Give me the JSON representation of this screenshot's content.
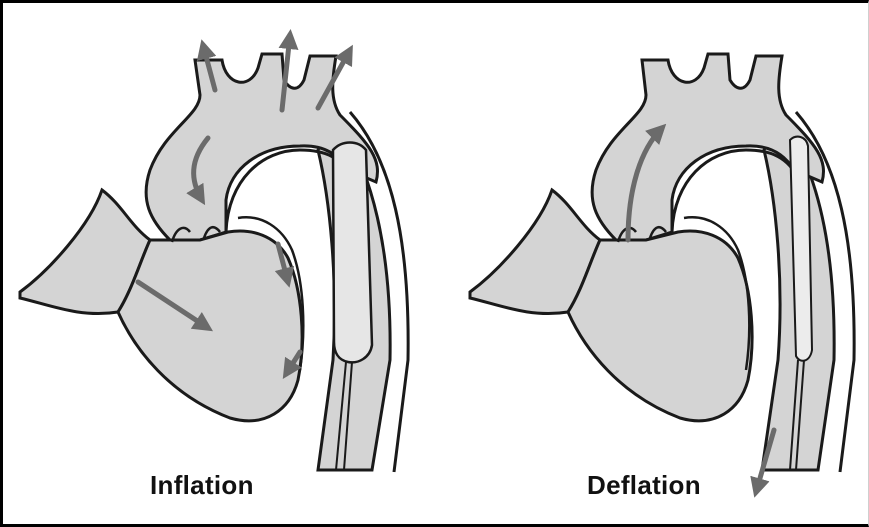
{
  "panels": [
    {
      "label": "Inflation",
      "balloon_state": "inflated"
    },
    {
      "label": "Deflation",
      "balloon_state": "deflated"
    }
  ],
  "colors": {
    "tissue": "#d4d4d4",
    "outline": "#1a1a1a",
    "arrow": "#6b6b6b",
    "background": "#ffffff",
    "frame": "#000000"
  }
}
